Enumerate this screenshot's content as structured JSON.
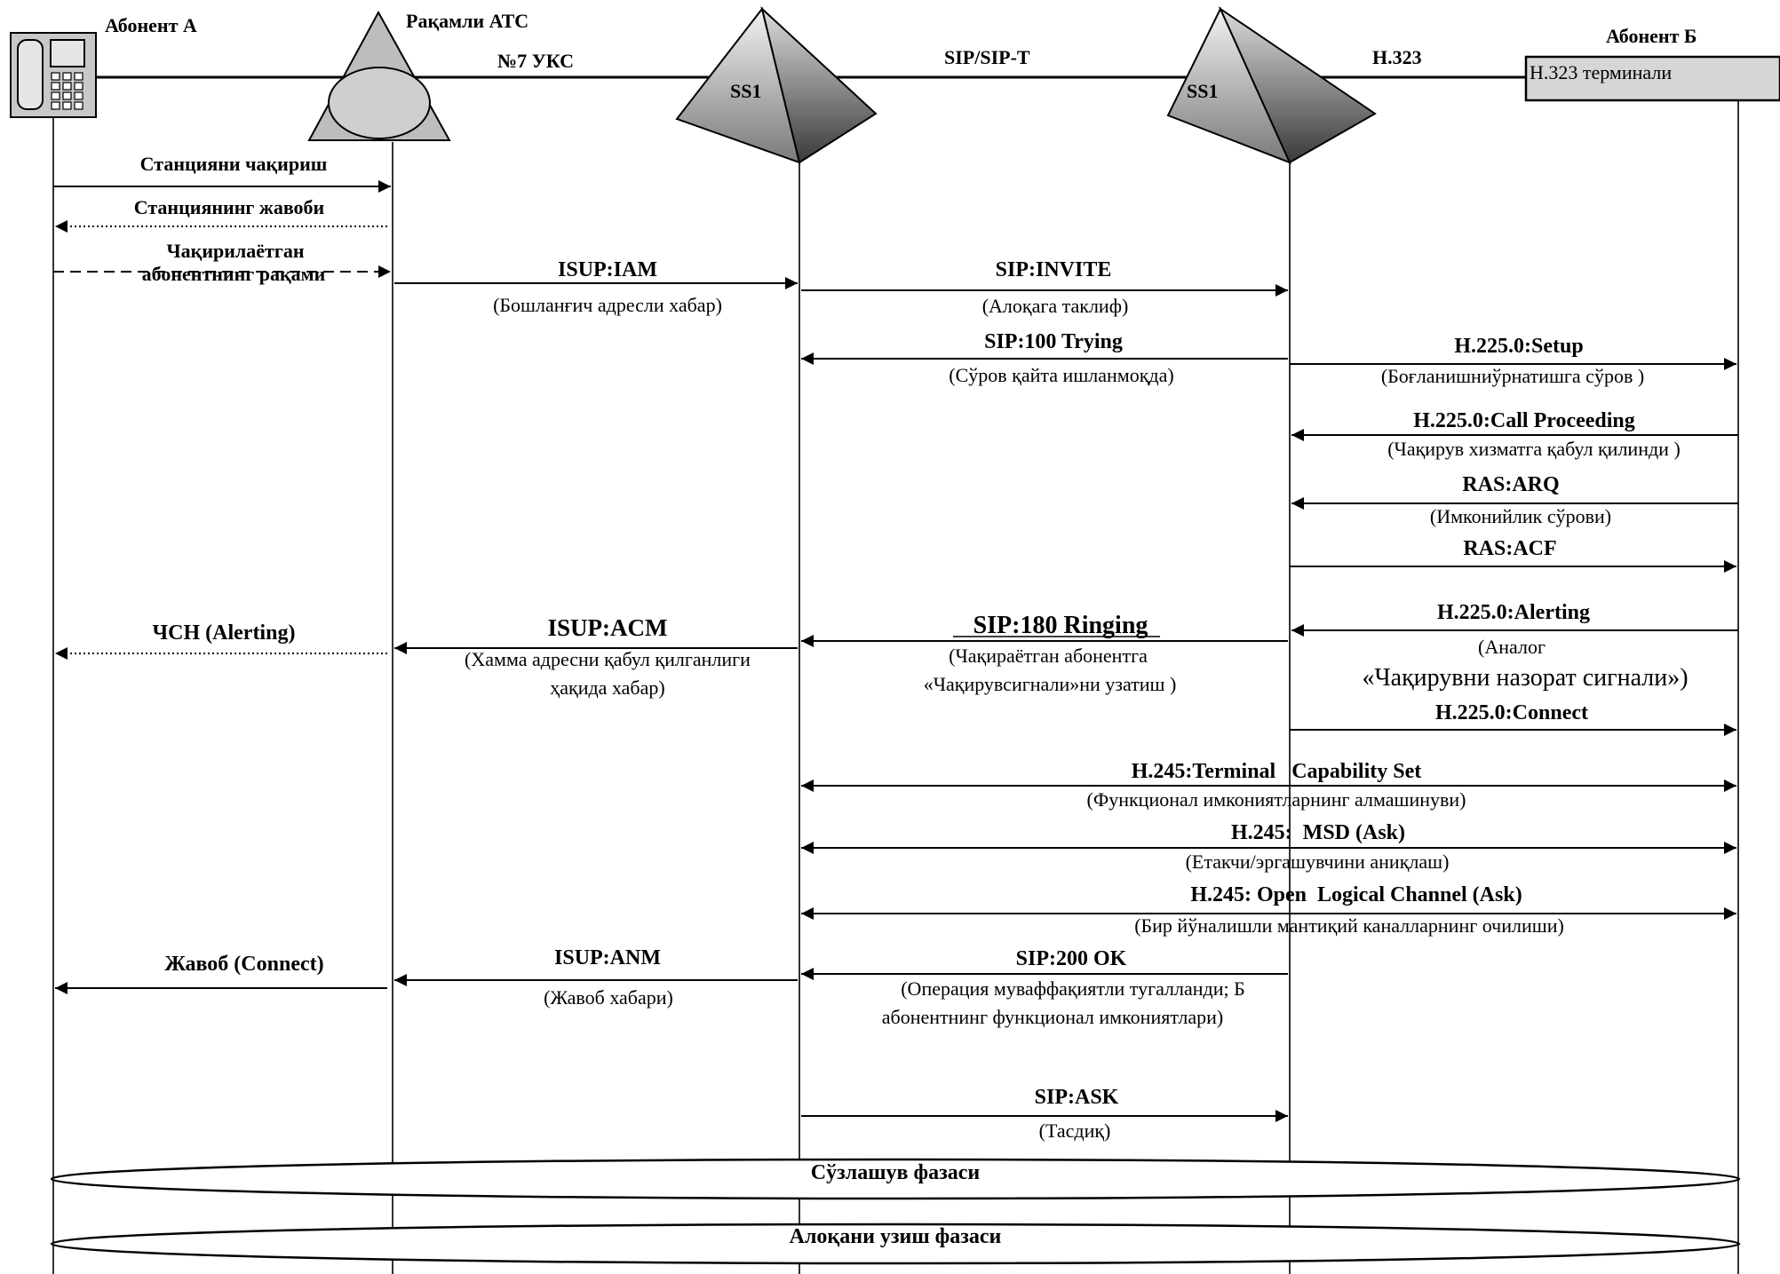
{
  "header": {
    "subscriber_a": "Абонент А",
    "digital_exchange": "Рақамли АТС",
    "link1": "№7 УКС",
    "ss1_left": "SS1",
    "link2": "SIP/SIP-T",
    "ss1_right": "SS1",
    "link3": "H.323",
    "subscriber_b": "Абонент Б",
    "h323_terminal": "H.323 терминали"
  },
  "messages": {
    "m01": {
      "label": "Станцияни чақириш"
    },
    "m02": {
      "label": "Станциянинг жавоби"
    },
    "m03": {
      "label_line1": "Чақирилаётган",
      "label_line2": "абонентнинг рақами"
    },
    "m04": {
      "label": "ISUP:IAM",
      "note": "(Бошланғич адресли хабар)"
    },
    "m05": {
      "label": "SIP:INVITE",
      "note": "(Алоқага таклиф)"
    },
    "m06": {
      "label": "SIP:100 Trying",
      "note": "(Сўров қайта ишланмоқда)"
    },
    "m07": {
      "label": "H.225.0:Setup",
      "note": "(Боғланишниўрнатишга сўров )"
    },
    "m08": {
      "label": "H.225.0:Call Proceeding",
      "note": "(Чақирув хизматга қабул қилинди )"
    },
    "m09": {
      "label": "RAS:ARQ",
      "note": "(Имконийлик сўрови)"
    },
    "m10": {
      "label": "RAS:ACF"
    },
    "m11": {
      "label": "ЧСН (Alerting)"
    },
    "m12": {
      "label": "ISUP:ACM",
      "note_line1": "(Хамма адресни қабул қилганлиги",
      "note_line2": "ҳақида хабар)"
    },
    "m13": {
      "label": "SIP:180  Ringing",
      "note_line1": "(Чақираётган абонентга",
      "note_line2": "«Чақирувсигнали»ни узатиш )"
    },
    "m14": {
      "label": "H.225.0:Alerting",
      "note_line1": "(Аналог",
      "note_line2": "«Чақирувни назорат сигнали»)"
    },
    "m15": {
      "label": "H.225.0:Connect"
    },
    "m16": {
      "label": "H.245:Terminal   Capability Set",
      "note": "(Функционал имкониятларнинг алмашинуви)"
    },
    "m17": {
      "label": "H.245:  MSD (Ask)",
      "note": "(Етакчи/эргашувчини аниқлаш)"
    },
    "m18": {
      "label": "H.245: Open  Logical Channel (Ask)",
      "note": "(Бир йўналишли мантиқий каналларнинг очилиши)"
    },
    "m19": {
      "label": "Жавоб (Connect)"
    },
    "m20": {
      "label": "ISUP:ANM",
      "note": "(Жавоб хабари)"
    },
    "m21": {
      "label": "SIP:200 OK",
      "note_line1": "(Операция муваффақиятли тугалланди; Б",
      "note_line2": "абонентнинг функционал имкониятлари)"
    },
    "m22": {
      "label": "SIP:ASK",
      "note": "(Тасдиқ)"
    }
  },
  "phases": {
    "talk": "Сўзлашув фазаси",
    "release": "Алоқани узиш фазаси"
  }
}
